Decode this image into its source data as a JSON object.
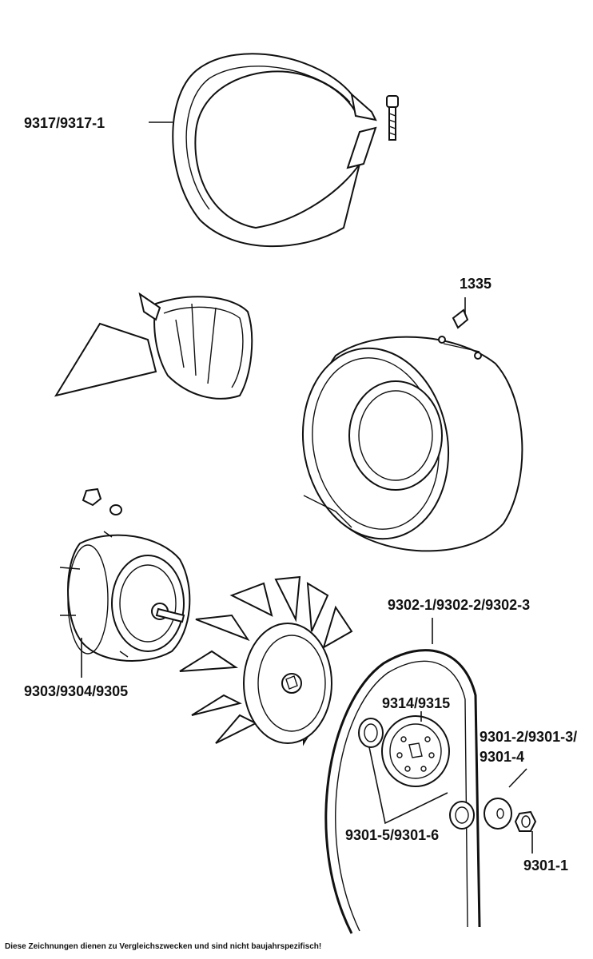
{
  "labels": {
    "shroud_band": "9317/9317-1",
    "stud": "1335",
    "generator": "9303/9304/9305",
    "v_belt": "9302-1/9302-2/9302-3",
    "pulley": "9314/9315",
    "spacer_line1": "9301-2/9301-3/",
    "spacer_line2": "9301-4",
    "washers": "9301-5/9301-6",
    "nut": "9301-1"
  },
  "footer": "Diese Zeichnungen dienen zu Vergleichszwecken und sind nicht baujahrspezifisch!"
}
